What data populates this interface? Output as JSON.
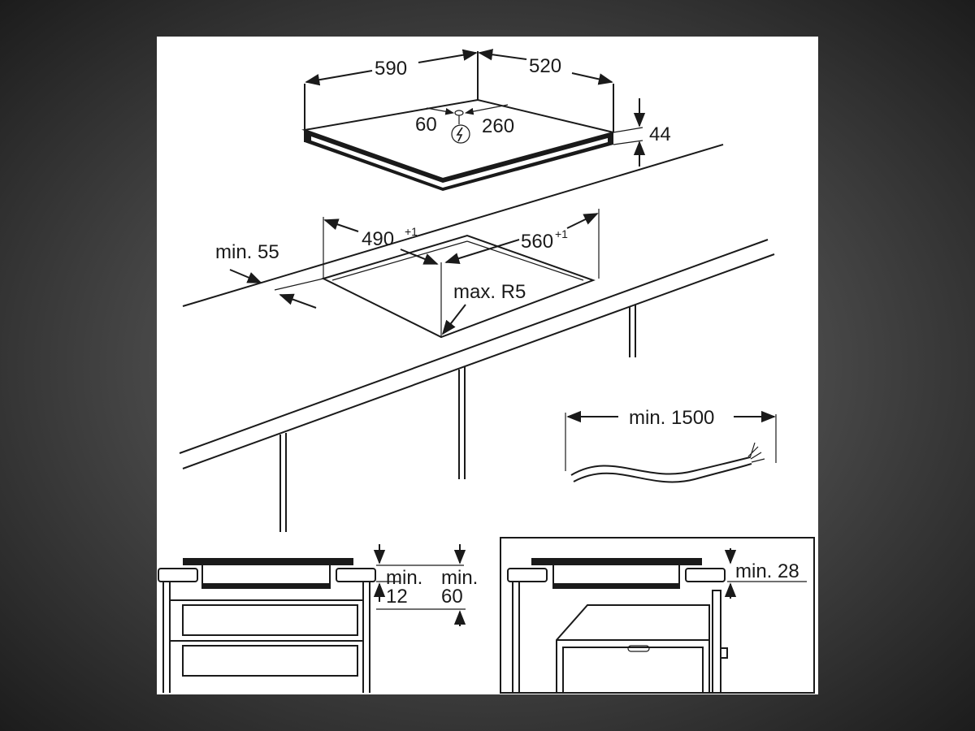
{
  "diagram": {
    "hob_dimensions": {
      "width": "590",
      "depth": "520",
      "thickness": "44",
      "cable_offset_left": "60",
      "cable_offset_right": "260"
    },
    "cutout_dimensions": {
      "width": "560",
      "width_tolerance": "+1",
      "depth": "490",
      "depth_tolerance": "+1",
      "front_clearance": "min. 55",
      "corner_radius": "max. R5"
    },
    "cable": {
      "length": "min. 1500"
    },
    "section_drawer": {
      "gap_label_1_line1": "min.",
      "gap_label_1_line2": "12",
      "gap_label_2_line1": "min.",
      "gap_label_2_line2": "60"
    },
    "section_oven": {
      "gap_label": "min. 28"
    },
    "icons": [
      "electric-supply-icon",
      "dimension-arrow-icon"
    ]
  }
}
